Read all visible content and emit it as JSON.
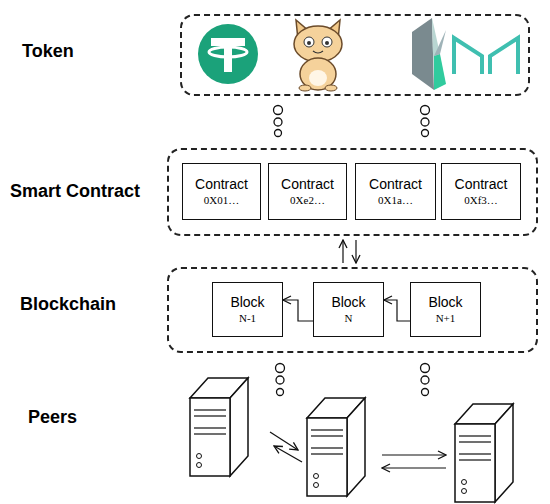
{
  "diagram": {
    "nodes": [
      {
        "text": [
          "Token"
        ]
      },
      {
        "text": [
          "Smart Contract"
        ]
      },
      {
        "text": [
          "Contract",
          "0X01…"
        ],
        "in": 1
      },
      {
        "text": [
          "Contract",
          "0Xe2…"
        ],
        "in": 1
      },
      {
        "text": [
          "Contract",
          "0X1a…"
        ],
        "in": 1
      },
      {
        "text": [
          "Contract",
          "0Xf3…"
        ],
        "in": 1
      },
      {
        "text": [
          "Blockchain"
        ]
      },
      {
        "text": [
          "Block",
          "N-1"
        ],
        "in": 6
      },
      {
        "text": [
          "Block",
          "N"
        ],
        "in": 6
      },
      {
        "text": [
          "Block",
          "N+1"
        ],
        "in": 6
      }
    ],
    "edges": [
      {
        "from": 8,
        "to": 7,
        "arrow": "to"
      },
      {
        "from": 9,
        "to": 8,
        "arrow": "to"
      },
      {
        "from": 6,
        "to": 1,
        "arrow": "to"
      },
      {
        "from": 1,
        "to": 6,
        "arrow": "to"
      }
    ],
    "labels": [
      "Peers"
    ]
  }
}
